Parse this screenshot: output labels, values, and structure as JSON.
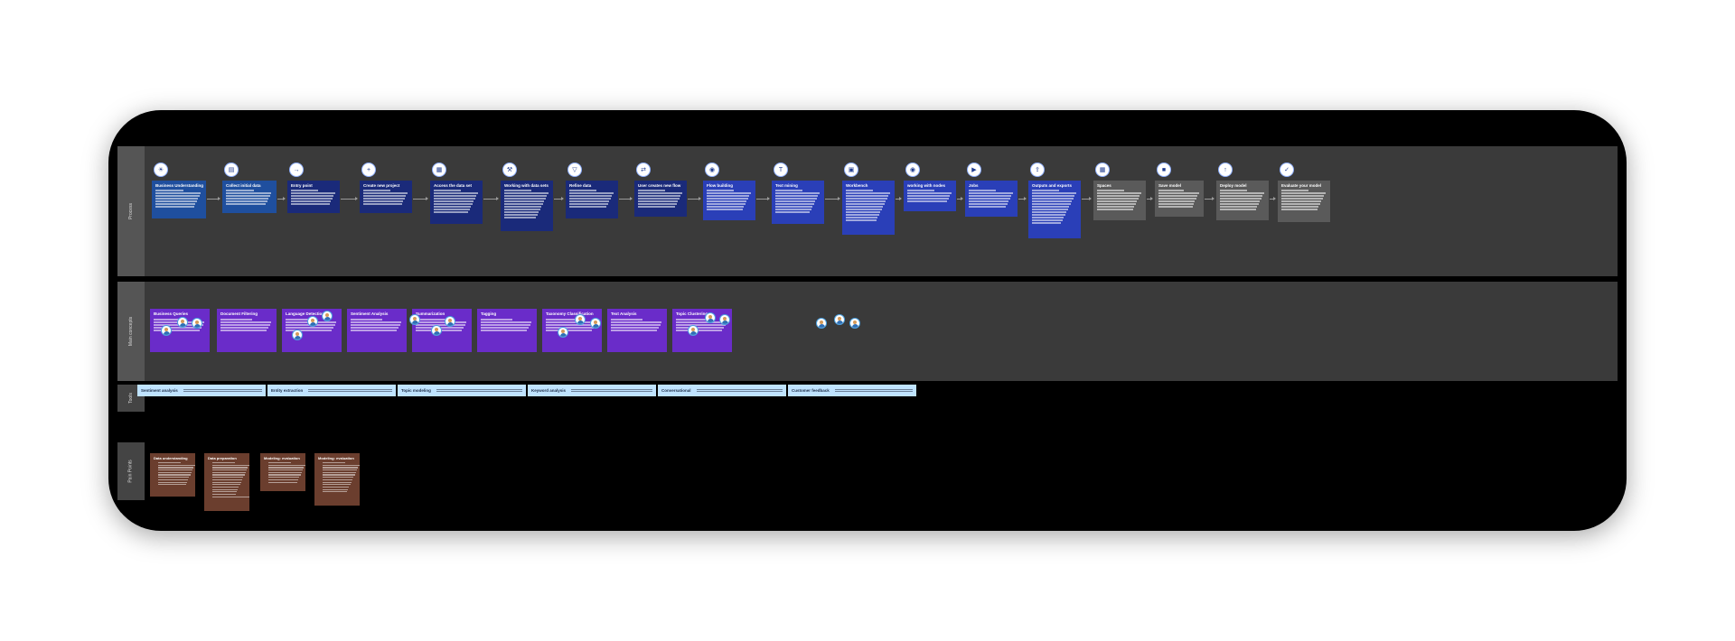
{
  "lanes": {
    "process": "Process",
    "concepts": "Main concepts",
    "tools": "Tools",
    "pain_points": "Pain Points"
  },
  "process_steps": [
    {
      "title": "Business Understanding",
      "icon": "lightbulb-icon",
      "color": "#1f4f9e"
    },
    {
      "title": "Collect initial data",
      "icon": "database-icon",
      "color": "#1f4f9e"
    },
    {
      "title": "Entry point",
      "icon": "login-icon",
      "color": "#1a2a7a"
    },
    {
      "title": "Create new project",
      "icon": "folder-plus-icon",
      "color": "#1a2a7a"
    },
    {
      "title": "Access the data set",
      "icon": "table-icon",
      "color": "#1a2a7a"
    },
    {
      "title": "Working with data sets",
      "icon": "wrench-icon",
      "color": "#1a2a7a"
    },
    {
      "title": "Refine data",
      "icon": "filter-icon",
      "color": "#1a2a7a"
    },
    {
      "title": "User creates new flow",
      "icon": "flow-icon",
      "color": "#1a2a7a"
    },
    {
      "title": "Flow building",
      "icon": "nodes-icon",
      "color": "#2a3fb8"
    },
    {
      "title": "Text mining",
      "icon": "text-icon",
      "color": "#2a3fb8"
    },
    {
      "title": "Workbench",
      "icon": "workbench-icon",
      "color": "#2a3fb8"
    },
    {
      "title": "working with nodes",
      "icon": "nodes-icon",
      "color": "#2a3fb8"
    },
    {
      "title": "Jobs",
      "icon": "play-icon",
      "color": "#2a3fb8"
    },
    {
      "title": "Outputs and exports",
      "icon": "export-icon",
      "color": "#2a3fb8"
    },
    {
      "title": "Spaces",
      "icon": "grid-icon",
      "color": "#5a5a5a"
    },
    {
      "title": "Save model",
      "icon": "save-icon",
      "color": "#5a5a5a"
    },
    {
      "title": "Deploy model",
      "icon": "deploy-icon",
      "color": "#5a5a5a"
    },
    {
      "title": "Evaluate your model",
      "icon": "check-icon",
      "color": "#5a5a5a"
    }
  ],
  "concepts": [
    {
      "title": "Business Queries"
    },
    {
      "title": "Document Filtering"
    },
    {
      "title": "Language Detection"
    },
    {
      "title": "Sentiment Analysis"
    },
    {
      "title": "Summarization"
    },
    {
      "title": "Tagging"
    },
    {
      "title": "Taxonomy Classification"
    },
    {
      "title": "Text Analysis"
    },
    {
      "title": "Topic Clustering"
    }
  ],
  "tools": [
    {
      "name": "Sentiment analysis"
    },
    {
      "name": "Entity extraction"
    },
    {
      "name": "Topic modeling"
    },
    {
      "name": "Keyword analysis"
    },
    {
      "name": "Conversational"
    },
    {
      "name": "Customer feedback"
    }
  ],
  "pain_points": [
    {
      "title": "Data understanding"
    },
    {
      "title": "Data preparation"
    },
    {
      "title": "Modeling: evaluation"
    },
    {
      "title": "Modeling: evaluation"
    }
  ]
}
